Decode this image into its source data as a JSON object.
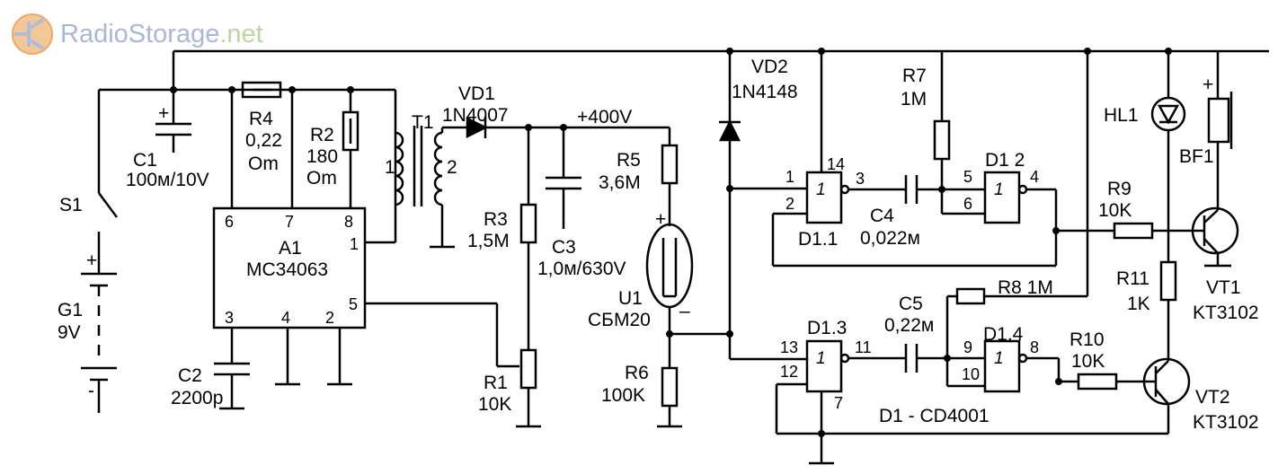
{
  "logo": {
    "name": "RadioStorage",
    "tld": ".net"
  },
  "supply": {
    "switch": "S1",
    "battery": "G1",
    "battery_value": "9V",
    "plus": "+",
    "minus": "-"
  },
  "c1": {
    "ref": "C1",
    "value": "100м/10V",
    "polarity": "+"
  },
  "c2": {
    "ref": "C2",
    "value": "2200p"
  },
  "r4": {
    "ref": "R4",
    "value": "0,22",
    "unit": "Om"
  },
  "r2": {
    "ref": "R2",
    "value": "180",
    "unit": "Om"
  },
  "a1": {
    "ref": "A1",
    "part": "MC34063",
    "pins": [
      "6",
      "7",
      "8",
      "1",
      "3",
      "4",
      "2",
      "5"
    ]
  },
  "t1": {
    "ref": "T1",
    "pin1": "1",
    "pin2": "2"
  },
  "vd1": {
    "ref": "VD1",
    "part": "1N4007"
  },
  "hv": {
    "label": "+400V"
  },
  "r3": {
    "ref": "R3",
    "value": "1,5M"
  },
  "c3": {
    "ref": "C3",
    "value": "1,0м/630V"
  },
  "r5": {
    "ref": "R5",
    "value": "3,6M"
  },
  "r1": {
    "ref": "R1",
    "value": "10K"
  },
  "u1": {
    "ref": "U1",
    "part": "СБМ20",
    "plus": "+",
    "minus": "–"
  },
  "r6": {
    "ref": "R6",
    "value": "100K"
  },
  "vd2": {
    "ref": "VD2",
    "part": "1N4148"
  },
  "d1_1": {
    "ref": "D1.1",
    "pins": [
      "1",
      "2",
      "14",
      "3"
    ],
    "symbol": "1"
  },
  "c4": {
    "ref": "C4",
    "value": "0,022м"
  },
  "r7": {
    "ref": "R7",
    "value": "1M"
  },
  "d1_2": {
    "ref": "D1 2",
    "pins": [
      "5",
      "6",
      "4"
    ],
    "symbol": "1"
  },
  "r9": {
    "ref": "R9",
    "value": "10K"
  },
  "hl1": {
    "ref": "HL1"
  },
  "bf1": {
    "ref": "BF1",
    "polarity": "+"
  },
  "vt1": {
    "ref": "VT1",
    "part": "KT3102"
  },
  "r11": {
    "ref": "R11",
    "value": "1K"
  },
  "r8": {
    "ref": "R8 1M"
  },
  "c5": {
    "ref": "C5",
    "value": "0,22м"
  },
  "d1_3": {
    "ref": "D1.3",
    "pins": [
      "13",
      "12",
      "11",
      "7"
    ],
    "symbol": "1"
  },
  "d1_4": {
    "ref": "D1.4",
    "pins": [
      "9",
      "10",
      "8"
    ],
    "symbol": "1"
  },
  "r10": {
    "ref": "R10",
    "value": "10K"
  },
  "vt2": {
    "ref": "VT2",
    "part": "KT3102"
  },
  "d1_chip": {
    "label": "D1 - CD4001"
  }
}
